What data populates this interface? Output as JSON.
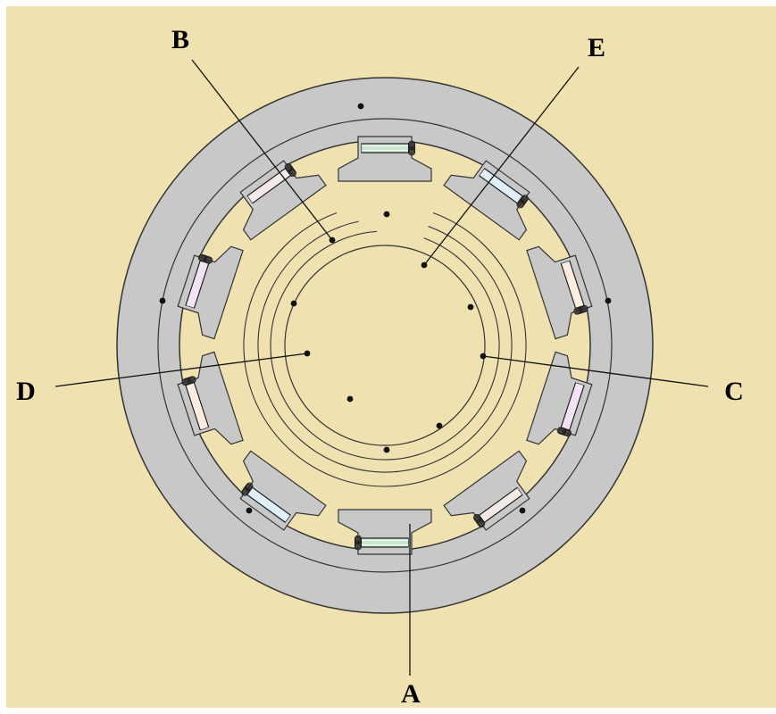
{
  "diagram": {
    "terminal_labels": {
      "A": "A",
      "B": "B",
      "C": "C",
      "D": "D",
      "E": "E"
    },
    "phases": [
      {
        "name": "A",
        "color": "#2e9a3e"
      },
      {
        "name": "B",
        "color": "#a8714f"
      },
      {
        "name": "C",
        "color": "#a43bb2"
      },
      {
        "name": "D",
        "color": "#f07d24"
      },
      {
        "name": "E",
        "color": "#2b91d6"
      }
    ],
    "colors": {
      "background": "#f0e1b0",
      "stator": "#c8c8c8",
      "outline": "#333333"
    },
    "pole_count": 10
  }
}
